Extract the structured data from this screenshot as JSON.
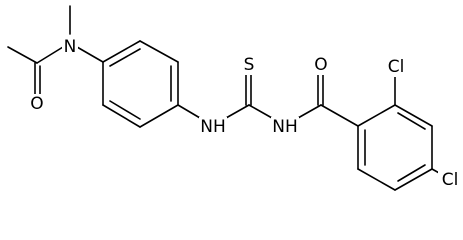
{
  "atoms": {
    "n_amide": "N",
    "o_acetyl": "O",
    "nh_left": "NH",
    "s_thio": "S",
    "nh_right": "NH",
    "o_benzoyl": "O",
    "cl_ortho": "Cl",
    "cl_para": "Cl"
  },
  "colors": {
    "bond": "#000000",
    "label": "#000000",
    "background": "#ffffff"
  }
}
